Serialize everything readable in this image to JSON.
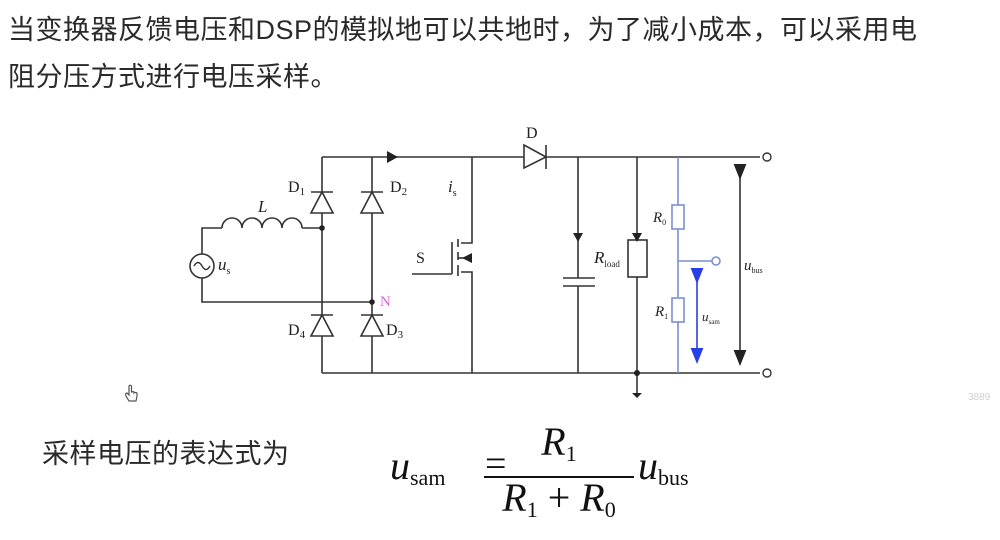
{
  "text": {
    "paragraph_line1_a": "当变换器反馈电压和",
    "paragraph_line1_b": "DSP",
    "paragraph_line1_c": "的模拟地可以共地时，为了减小成本，可以采用电",
    "paragraph_line2": "阻分压方式进行电压采样。",
    "caption": "采样电压的表达式为"
  },
  "circuit": {
    "title": "Boost PFC converter with resistive voltage divider sampling",
    "labels": {
      "D1": "D",
      "D1_sub": "1",
      "D2": "D",
      "D2_sub": "2",
      "D3": "D",
      "D3_sub": "3",
      "D4": "D",
      "D4_sub": "4",
      "inductor": "L",
      "source": "u",
      "source_sub": "s",
      "current": "i",
      "current_sub": "s",
      "switch": "S",
      "node": "N",
      "diode": "D",
      "load": "R",
      "load_sub": "load",
      "r0": "R",
      "r0_sub": "0",
      "r1": "R",
      "r1_sub": "1",
      "vbus": "u",
      "vbus_sub": "bus",
      "vsam": "u",
      "vsam_sub": "sam"
    },
    "colors": {
      "wire": "#333333",
      "divider": "#7a8fd6",
      "sample_arrow": "#2740e6",
      "node_label": "#e060e0"
    }
  },
  "formula": {
    "lhs": "u",
    "lhs_sub": "sam",
    "equals": "=",
    "numerator": "R",
    "numerator_sub": "1",
    "den_a": "R",
    "den_a_sub": "1",
    "den_plus": " + ",
    "den_b": "R",
    "den_b_sub": "0",
    "rhs": "u",
    "rhs_sub": "bus"
  },
  "watermark": "3889"
}
